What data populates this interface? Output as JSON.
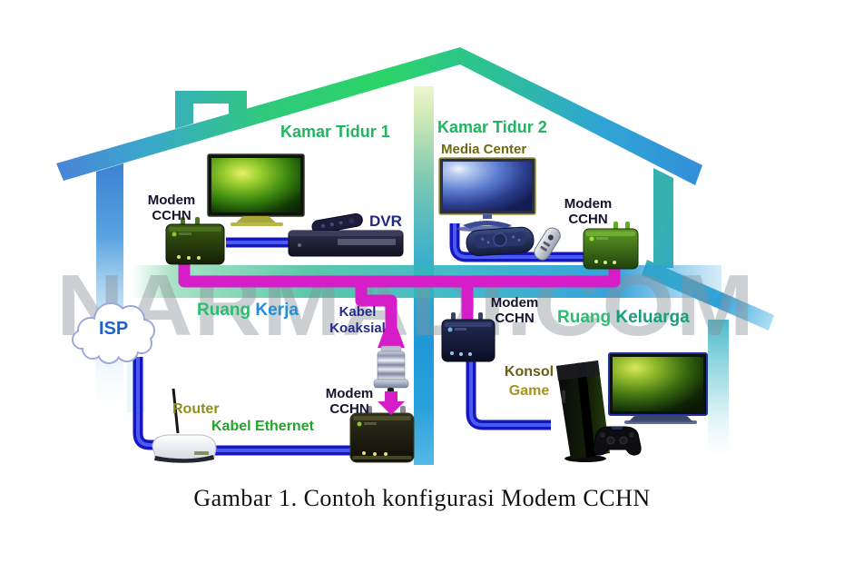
{
  "watermark": "NARMADI.COM",
  "caption": "Gambar 1. Contoh konfigurasi Modem CCHN",
  "rooms": {
    "bedroom1": "Kamar Tidur 1",
    "bedroom2": "Kamar Tidur 2",
    "work": {
      "word1": "Ruang",
      "word2": "Kerja"
    },
    "family": {
      "word1": "Ruang",
      "word2": "Keluarga"
    }
  },
  "labels": {
    "modem": {
      "line1": "Modem",
      "line2": "CCHN"
    },
    "media_center": "Media Center",
    "dvr": "DVR",
    "isp": "ISP",
    "router": "Router",
    "kabel_ethernet": "Kabel Ethernet",
    "kabel_koaksial": {
      "line1": "Kabel",
      "line2": "Koaksial"
    },
    "konsol_game": {
      "line1": "Konsol",
      "line2": "Game"
    }
  },
  "colors": {
    "room_label_green": "#21b560",
    "work_blue": "#1e8fd8",
    "family_teal": "#14a07a",
    "coax_magenta": "#d51ec8",
    "ethernet_blue": "#1616c0",
    "label_navy": "#232a8c",
    "label_olive": "#8e8e1e",
    "isp_blue": "#1e62d0",
    "ethernet_green": "#23a42a",
    "watermark_gray": "#8a9099",
    "roof_green": "#2bd468",
    "roof_blue": "#4b82d8"
  }
}
